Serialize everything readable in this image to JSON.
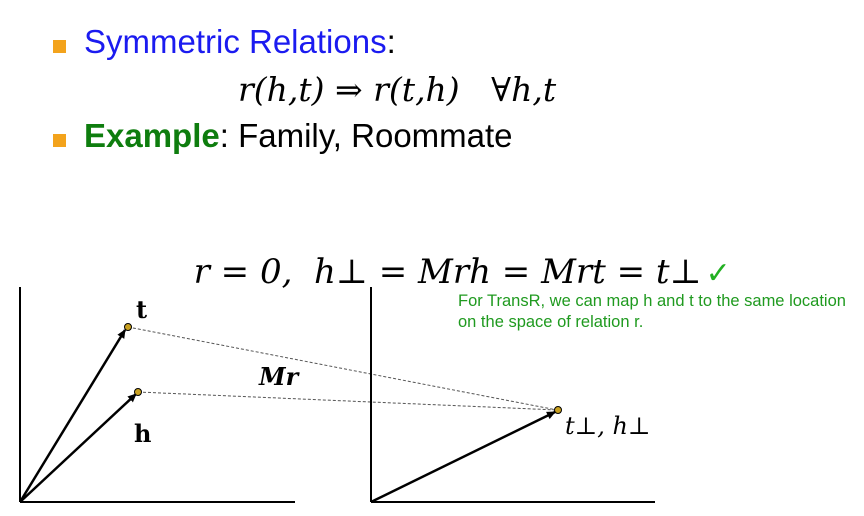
{
  "title_line": {
    "term": "Symmetric Relations",
    "suffix": ":"
  },
  "rule": "r(h,t) ⇒ r(t,h)   ∀h,t",
  "example_line": {
    "label": "Example",
    "suffix": ": Family, Roommate"
  },
  "equation": "r = 0,  h⊥ = Mrh = Mrt = t⊥",
  "checkmark": "✓",
  "note": "For TransR, we can map h and t to the same location on the space of relation r.",
  "diagram": {
    "label_t": "t",
    "label_h": "h",
    "label_mr": "Mr",
    "label_proj": "t⊥, h⊥"
  },
  "colors": {
    "blue": "#1b1bf0",
    "green": "#0e7d0e",
    "bullet": "#f3a31c",
    "note": "#1f9a1f",
    "check": "#22b022"
  }
}
